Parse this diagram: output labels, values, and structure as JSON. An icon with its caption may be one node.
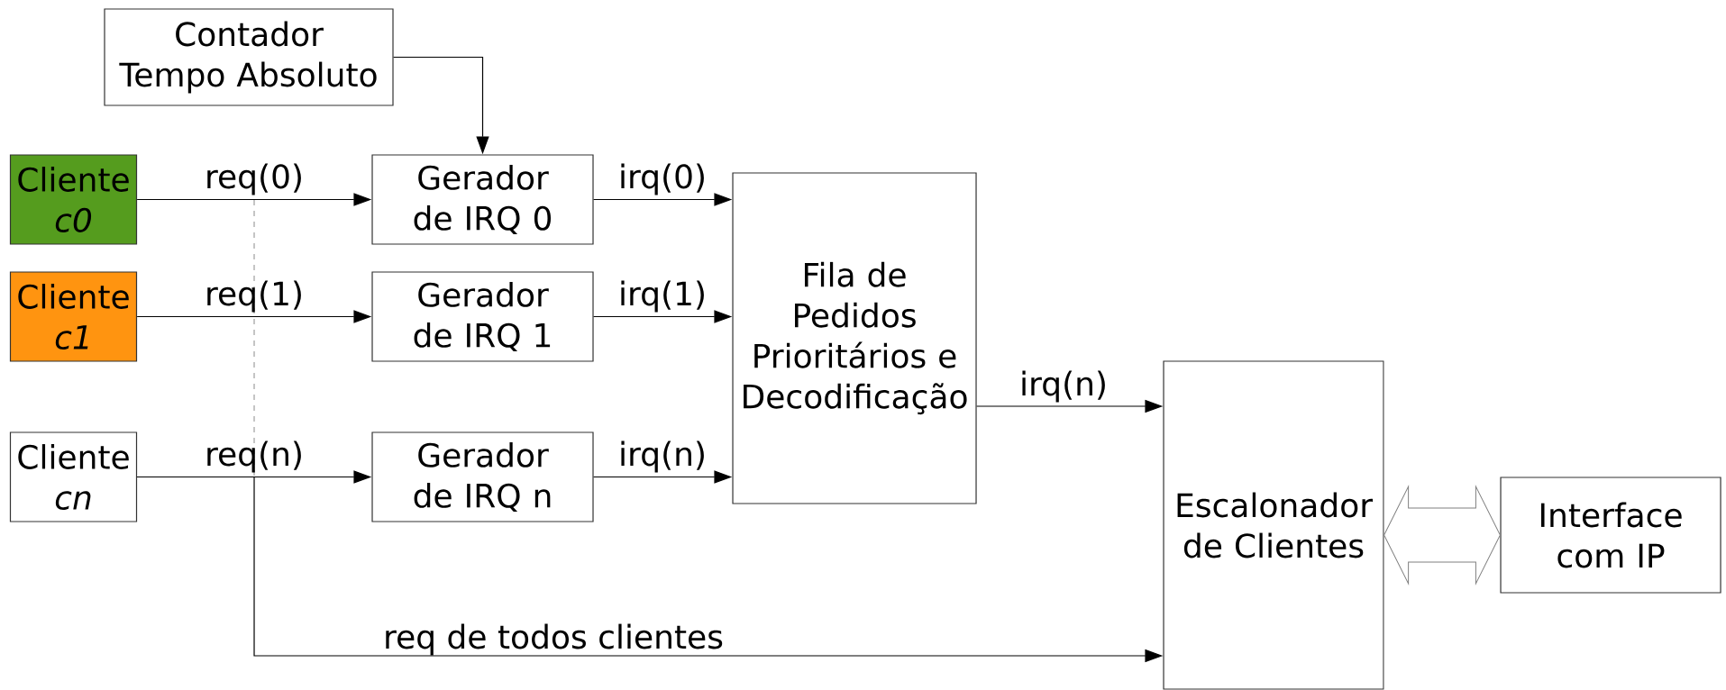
{
  "diagram": {
    "nodes": [
      {
        "text": [
          "Contador Tempo Absoluto"
        ]
      },
      {
        "text": [
          "Cliente",
          "c0"
        ]
      },
      {
        "text": [
          "Gerador de IRQ 0"
        ]
      },
      {
        "text": [
          "Cliente",
          "c1"
        ]
      },
      {
        "text": [
          "Gerador de IRQ 1"
        ]
      },
      {
        "text": [
          "Fila de Pedidos Prioritários e Decodificação"
        ]
      },
      {
        "text": [
          "Cliente",
          "cn"
        ]
      },
      {
        "text": [
          "Gerador de IRQ n"
        ]
      },
      {
        "text": [
          "Escalonador de Clientes"
        ]
      },
      {
        "text": [
          "Interface com IP"
        ]
      }
    ],
    "edges": [
      {
        "from": 0,
        "to": 2,
        "arrow": "to"
      },
      {
        "from": 1,
        "to": 2,
        "arrow": "to",
        "label": "req(0)"
      },
      {
        "from": 3,
        "to": 4,
        "arrow": "to",
        "label": "req(1)"
      },
      {
        "from": 6,
        "to": 7,
        "arrow": "to",
        "label": "req(n)"
      },
      {
        "from": 2,
        "to": 5,
        "arrow": "to",
        "label": "irq(0)"
      },
      {
        "from": 4,
        "to": 5,
        "arrow": "to",
        "label": "irq(1)"
      },
      {
        "from": 7,
        "to": 5,
        "arrow": "to",
        "label": "irq(n)"
      },
      {
        "from": 5,
        "to": 8,
        "arrow": "to",
        "label": "irq(n)"
      },
      {
        "from": 6,
        "to": 8,
        "arrow": "to",
        "label": "req de todos clientes"
      },
      {
        "from": 8,
        "to": 9,
        "arrow": "both",
        "color": "#808080"
      }
    ]
  }
}
